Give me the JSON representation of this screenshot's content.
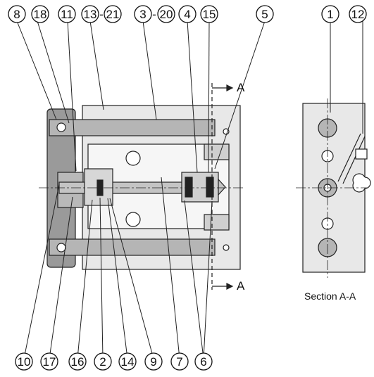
{
  "callouts_top": [
    "8",
    "18",
    "11",
    "13",
    "21",
    "3",
    "20",
    "4",
    "15",
    "5"
  ],
  "callouts_right": [
    "1",
    "12"
  ],
  "callouts_bottom": [
    "10",
    "17",
    "16",
    "2",
    "14",
    "9",
    "7",
    "6"
  ],
  "section_marker": "A",
  "section_caption": "Section A-A"
}
